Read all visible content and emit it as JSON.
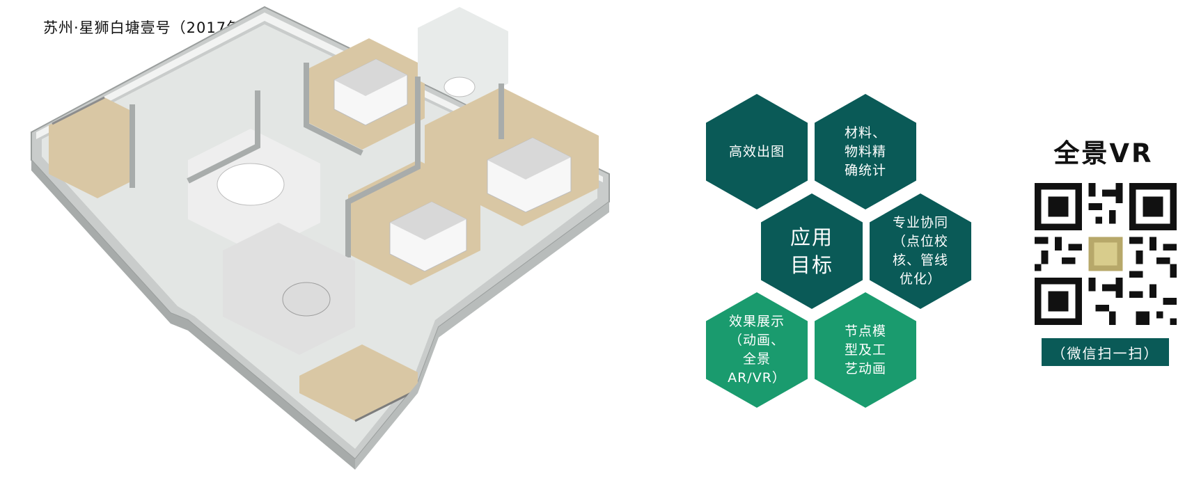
{
  "title": "苏州·星狮白塘壹号（2017年）",
  "hexagons": {
    "efficient_drawing": "高效出图",
    "material_stats": "材料、\n物料精\n确统计",
    "application_goals": "应用\n目标",
    "coordination": "专业协同\n（点位校\n核、管线\n优化）",
    "render_display": "效果展示\n（动画、\n全景\nAR/VR）",
    "node_model": "节点模\n型及工\n艺动画"
  },
  "vr": {
    "title": "全景VR",
    "scan_label": "（微信扫一扫）"
  },
  "colors": {
    "dark_teal": "#0a5a57",
    "green": "#1a9b6e"
  }
}
